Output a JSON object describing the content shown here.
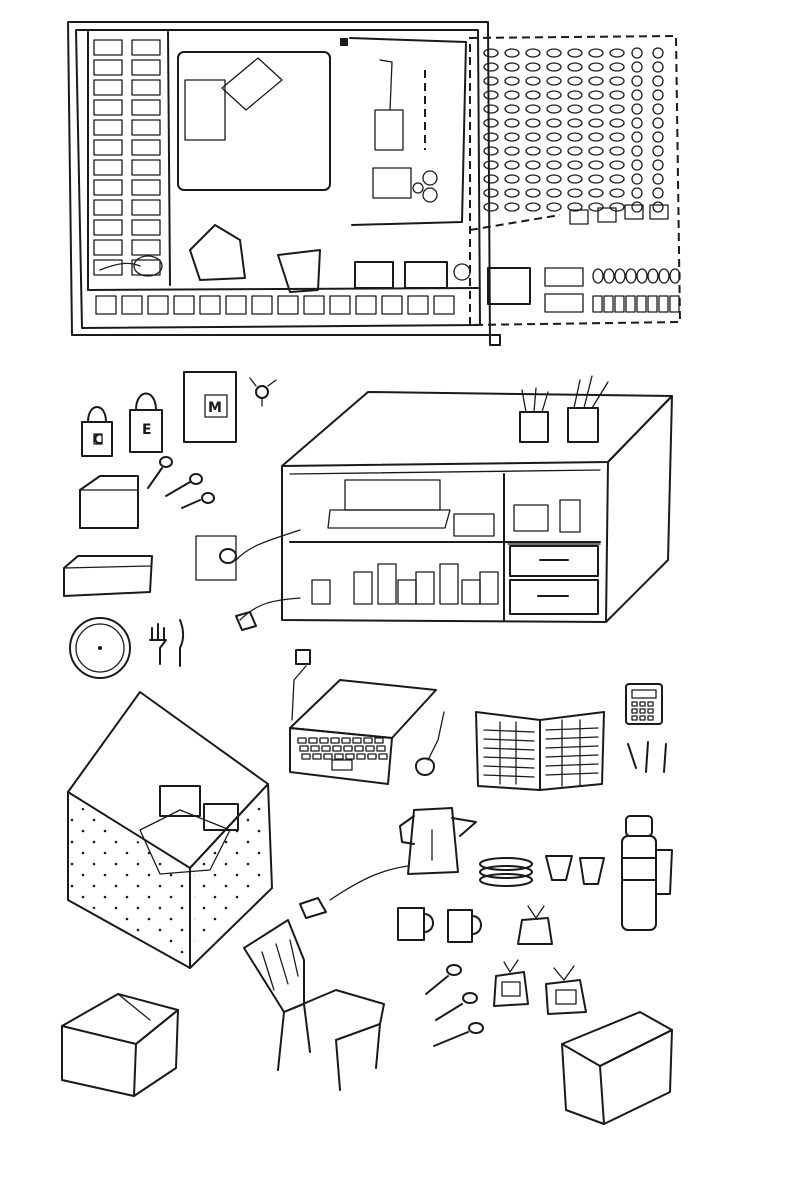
{
  "drawing": {
    "ink_color": "#1a1a1a",
    "paper_color": "#ffffff",
    "labels": {
      "tin_left": "C",
      "tin_right": "E",
      "bag_mark": "M"
    }
  }
}
